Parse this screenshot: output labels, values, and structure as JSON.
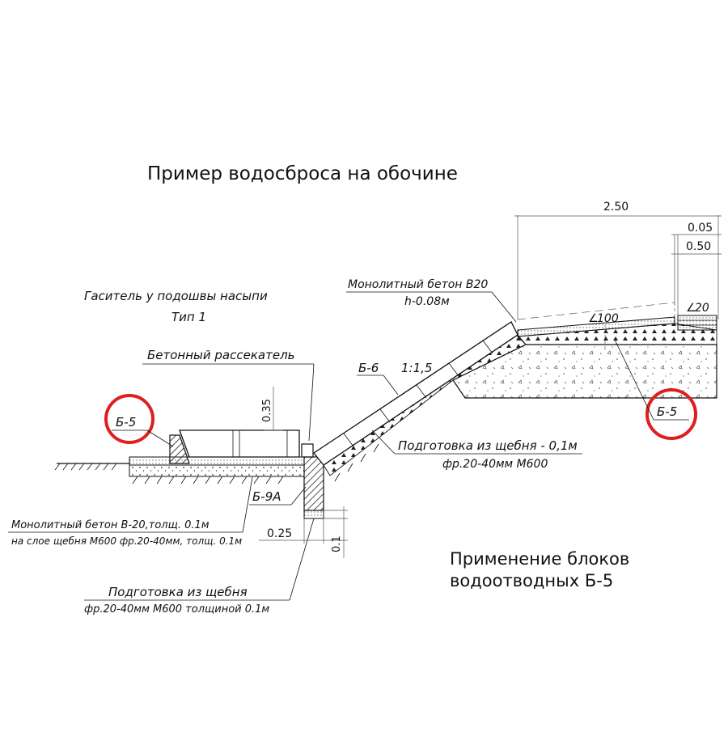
{
  "title": "Пример водосброса на обочине",
  "caption_left_line1": "Гаситель у подошвы насыпи",
  "caption_left_line2": "Тип 1",
  "label_rasse": "Бетонный рассекатель",
  "label_b5_left": "Б-5",
  "label_b5_right": "Б-5",
  "label_b6": "Б-6",
  "label_slope": "1:1,5",
  "label_b9a": "Б-9А",
  "label_mono_top_line1": "Монолитный бетон В20",
  "label_mono_top_line2": "h-0.08м",
  "label_podgot_right_line1": "Подготовка из щебня - 0,1м",
  "label_podgot_right_line2": "фр.20-40мм М600",
  "label_mono_left_line1": "Монолитный бетон В-20,толщ. 0.1м",
  "label_mono_left_line2": "на слое щебня М600 фр.20-40мм, толщ. 0.1м",
  "label_podgot_bottom_line1": "Подготовка из щебня",
  "label_podgot_bottom_line2": "фр.20-40мм М600 толщиной 0.1м",
  "dim_250": "2.50",
  "dim_005": "0.05",
  "dim_050": "0.50",
  "dim_035": "0.35",
  "dim_025": "0.25",
  "dim_01": "0.1",
  "slope_100": "100",
  "slope_20": "20",
  "application_line1": "Применение блоков",
  "application_line2": "водоотводных Б-5",
  "colors": {
    "highlight": "#e01e1e",
    "ink": "#111111"
  }
}
